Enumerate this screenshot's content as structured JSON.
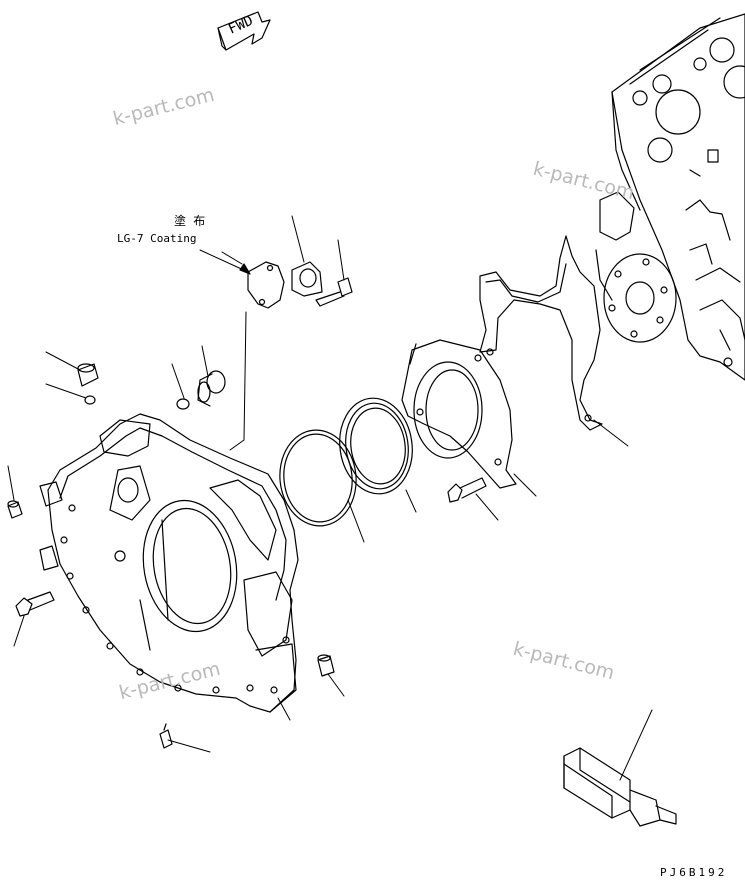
{
  "diagram": {
    "direction_label": "FWD",
    "coating_label_jp": "塗 布",
    "coating_label_en": "LG-7 Coating",
    "drawing_code": "PJ6B192",
    "watermark_text": "k-part.com",
    "colors": {
      "line": "#000000",
      "watermark": "#b9b9b9",
      "background": "#ffffff"
    }
  }
}
